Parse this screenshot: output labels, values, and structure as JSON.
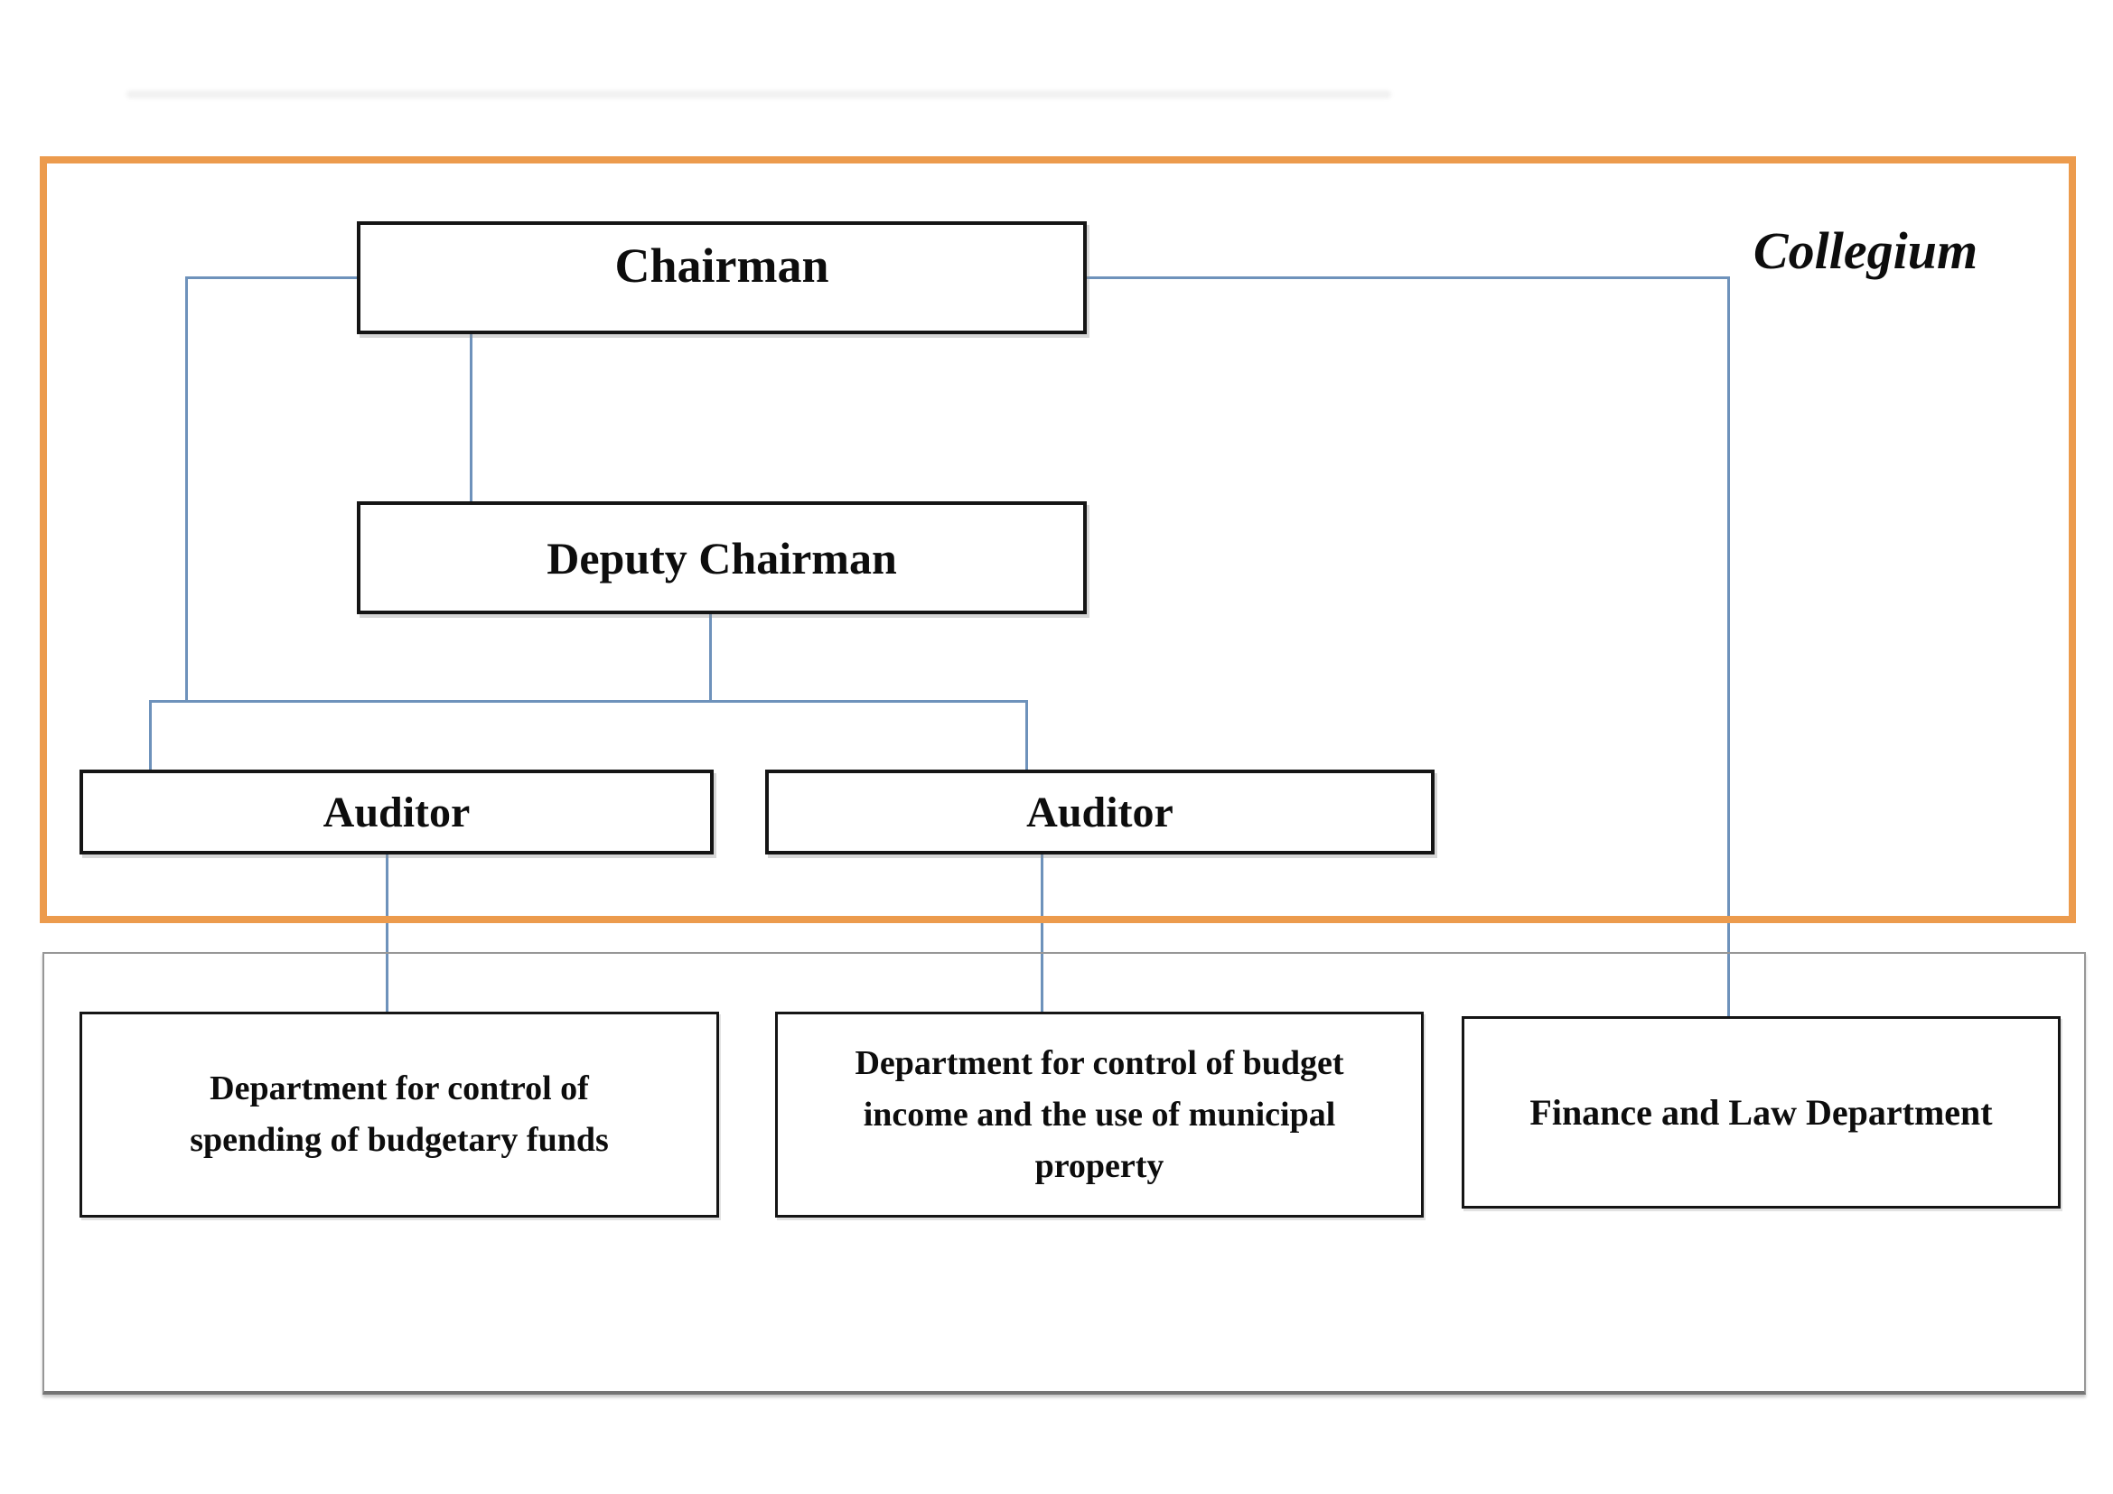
{
  "diagram": {
    "type": "org-chart",
    "collegium_region": {
      "label": "Collegium"
    },
    "nodes": {
      "chairman": {
        "label": "Chairman"
      },
      "deputy": {
        "label": "Deputy Chairman"
      },
      "auditor_left": {
        "label": "Auditor"
      },
      "auditor_right": {
        "label": "Auditor"
      },
      "dept_spending": {
        "lines": [
          "Department for control of",
          "spending of budgetary funds"
        ]
      },
      "dept_income": {
        "lines": [
          "Department for control of budget",
          "income and the use of municipal",
          "property"
        ]
      },
      "dept_finance": {
        "label": "Finance and Law Department"
      }
    },
    "edges": [
      "chairman - deputy",
      "chairman - auditor_left (via left branch line)",
      "deputy - auditors branch line",
      "branch - auditor_left",
      "branch - auditor_right",
      "auditor_left - dept_spending",
      "auditor_right - dept_income",
      "chairman - dept_finance (via right line)"
    ],
    "colors": {
      "collegium_border": "#EC9B4D",
      "departments_border": "#979797",
      "connector": "#6E92BB",
      "node_border": "#151515",
      "text": "#0d0d0d",
      "background": "#ffffff"
    }
  }
}
